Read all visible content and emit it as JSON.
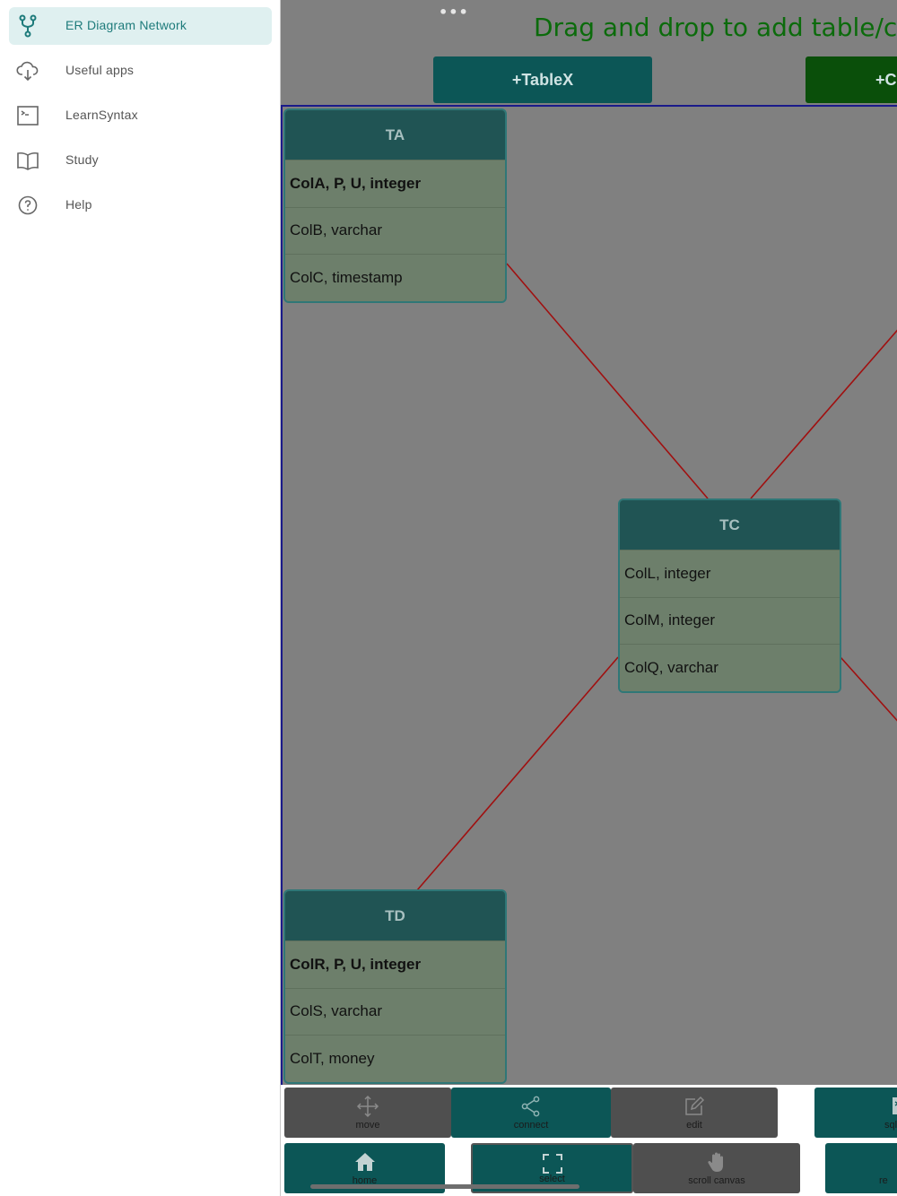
{
  "sidebar": {
    "items": [
      {
        "label": "ER Diagram Network",
        "icon": "fork-icon",
        "active": true
      },
      {
        "label": "Useful apps",
        "icon": "cloud-download-icon",
        "active": false
      },
      {
        "label": "LearnSyntax",
        "icon": "terminal-icon",
        "active": false
      },
      {
        "label": "Study",
        "icon": "book-open-icon",
        "active": false
      },
      {
        "label": "Help",
        "icon": "help-circle-icon",
        "active": false
      }
    ]
  },
  "main": {
    "more_dots": "•••",
    "headline": "Drag and drop to add table/colum",
    "add_table_label": "+TableX",
    "add_column_label": "+C"
  },
  "tables": [
    {
      "name": "TA",
      "columns": [
        {
          "text": "ColA, P, U, integer",
          "key": true
        },
        {
          "text": "ColB, varchar",
          "key": false
        },
        {
          "text": "ColC, timestamp",
          "key": false
        }
      ]
    },
    {
      "name": "TC",
      "columns": [
        {
          "text": "ColL, integer",
          "key": false
        },
        {
          "text": "ColM, integer",
          "key": false
        },
        {
          "text": "ColQ, varchar",
          "key": false
        }
      ]
    },
    {
      "name": "TD",
      "columns": [
        {
          "text": "ColR, P, U, integer",
          "key": true
        },
        {
          "text": "ColS, varchar",
          "key": false
        },
        {
          "text": "ColT, money",
          "key": false
        }
      ]
    }
  ],
  "toolbar": {
    "row1": [
      {
        "label": "move",
        "icon": "move-arrows-icon",
        "style": "gray"
      },
      {
        "label": "connect",
        "icon": "share-nodes-icon",
        "style": "teal"
      },
      {
        "label": "edit",
        "icon": "edit-icon",
        "style": "gray"
      },
      {
        "label": "sql s",
        "icon": "terminal-icon",
        "style": "teal"
      }
    ],
    "row2": [
      {
        "label": "home",
        "icon": "home-icon",
        "style": "teal"
      },
      {
        "label": "select",
        "icon": "select-frame-icon",
        "style": "teal"
      },
      {
        "label": "scroll canvas",
        "icon": "hand-icon",
        "style": "gray"
      },
      {
        "label": "re",
        "icon": "refresh-icon",
        "style": "teal"
      }
    ]
  },
  "colors": {
    "accent": "#1e7b7b",
    "relation_line": "#a01010",
    "table_header": "#205454",
    "table_body": "#6d7f6b",
    "headline": "#0b6b0b"
  }
}
